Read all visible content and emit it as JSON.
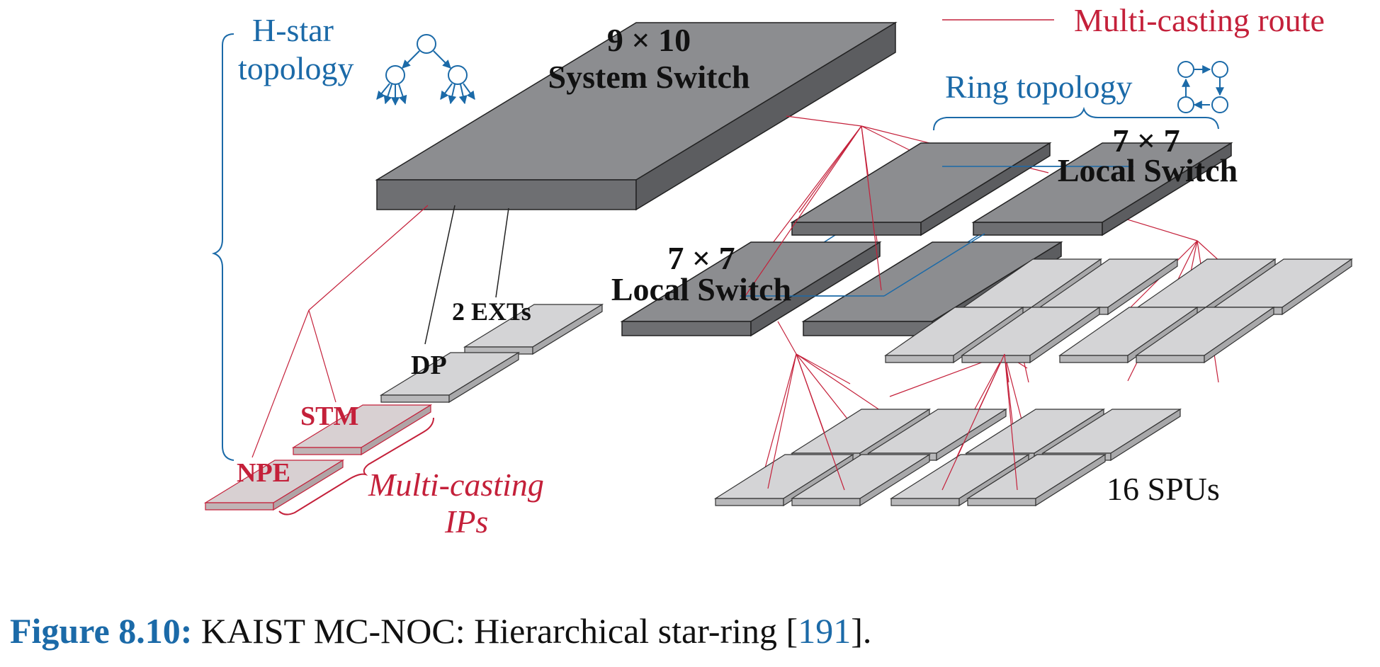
{
  "colors": {
    "blue": "#1b6aa8",
    "red": "#c4203a",
    "switch_top": "#8c8d90",
    "switch_side": "#5c5d60",
    "block_top": "#d4d4d6",
    "block_side": "#b0b0b2"
  },
  "labels": {
    "hstar_line1": "H-star",
    "hstar_line2": "topology",
    "ring": "Ring topology",
    "legend_route": "Multi-casting route",
    "system_dim": "9 × 10",
    "system_name": "System Switch",
    "local_dim": "7 × 7",
    "local_name": "Local Switch",
    "ext": "2 EXTs",
    "dp": "DP",
    "stm": "STM",
    "npe": "NPE",
    "mc_ips_line1": "Multi-casting",
    "mc_ips_line2": "IPs",
    "spus": "16 SPUs"
  },
  "caption": {
    "figure": "Figure 8.10:",
    "text": "KAIST MC-NOC: Hierarchical star-ring [",
    "ref": "191",
    "end": "]."
  }
}
